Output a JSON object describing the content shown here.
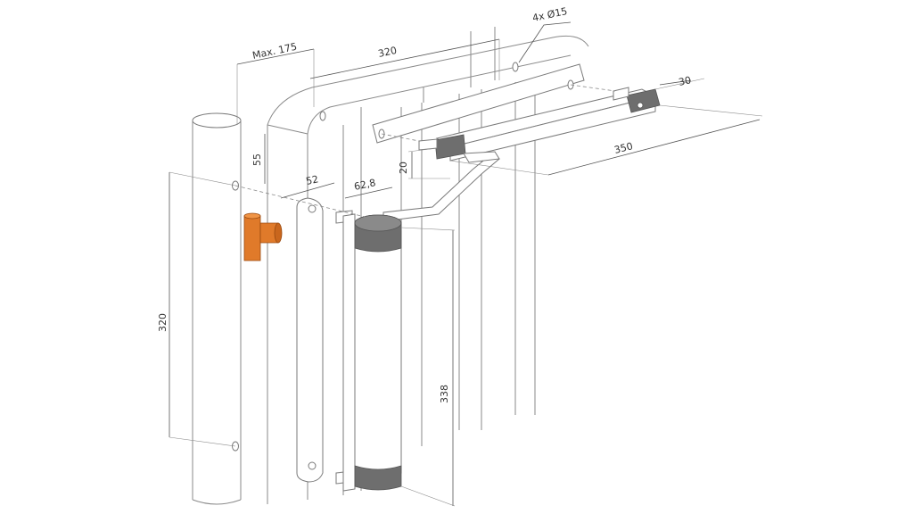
{
  "dimensions": {
    "max_offset": "Max. 175",
    "plate_length": "320",
    "holes": "4x Ø15",
    "arm_width": "30",
    "arm_length": "350",
    "arm_height": "20",
    "bracket_offset": "55",
    "plate_width": "52",
    "closer_depth": "62,8",
    "post_spacing": "320",
    "closer_height": "338"
  },
  "colors": {
    "outline": "#8a8a8a",
    "metal_cap": "#6e6e6e",
    "accent_orange": "#e07a2a"
  }
}
